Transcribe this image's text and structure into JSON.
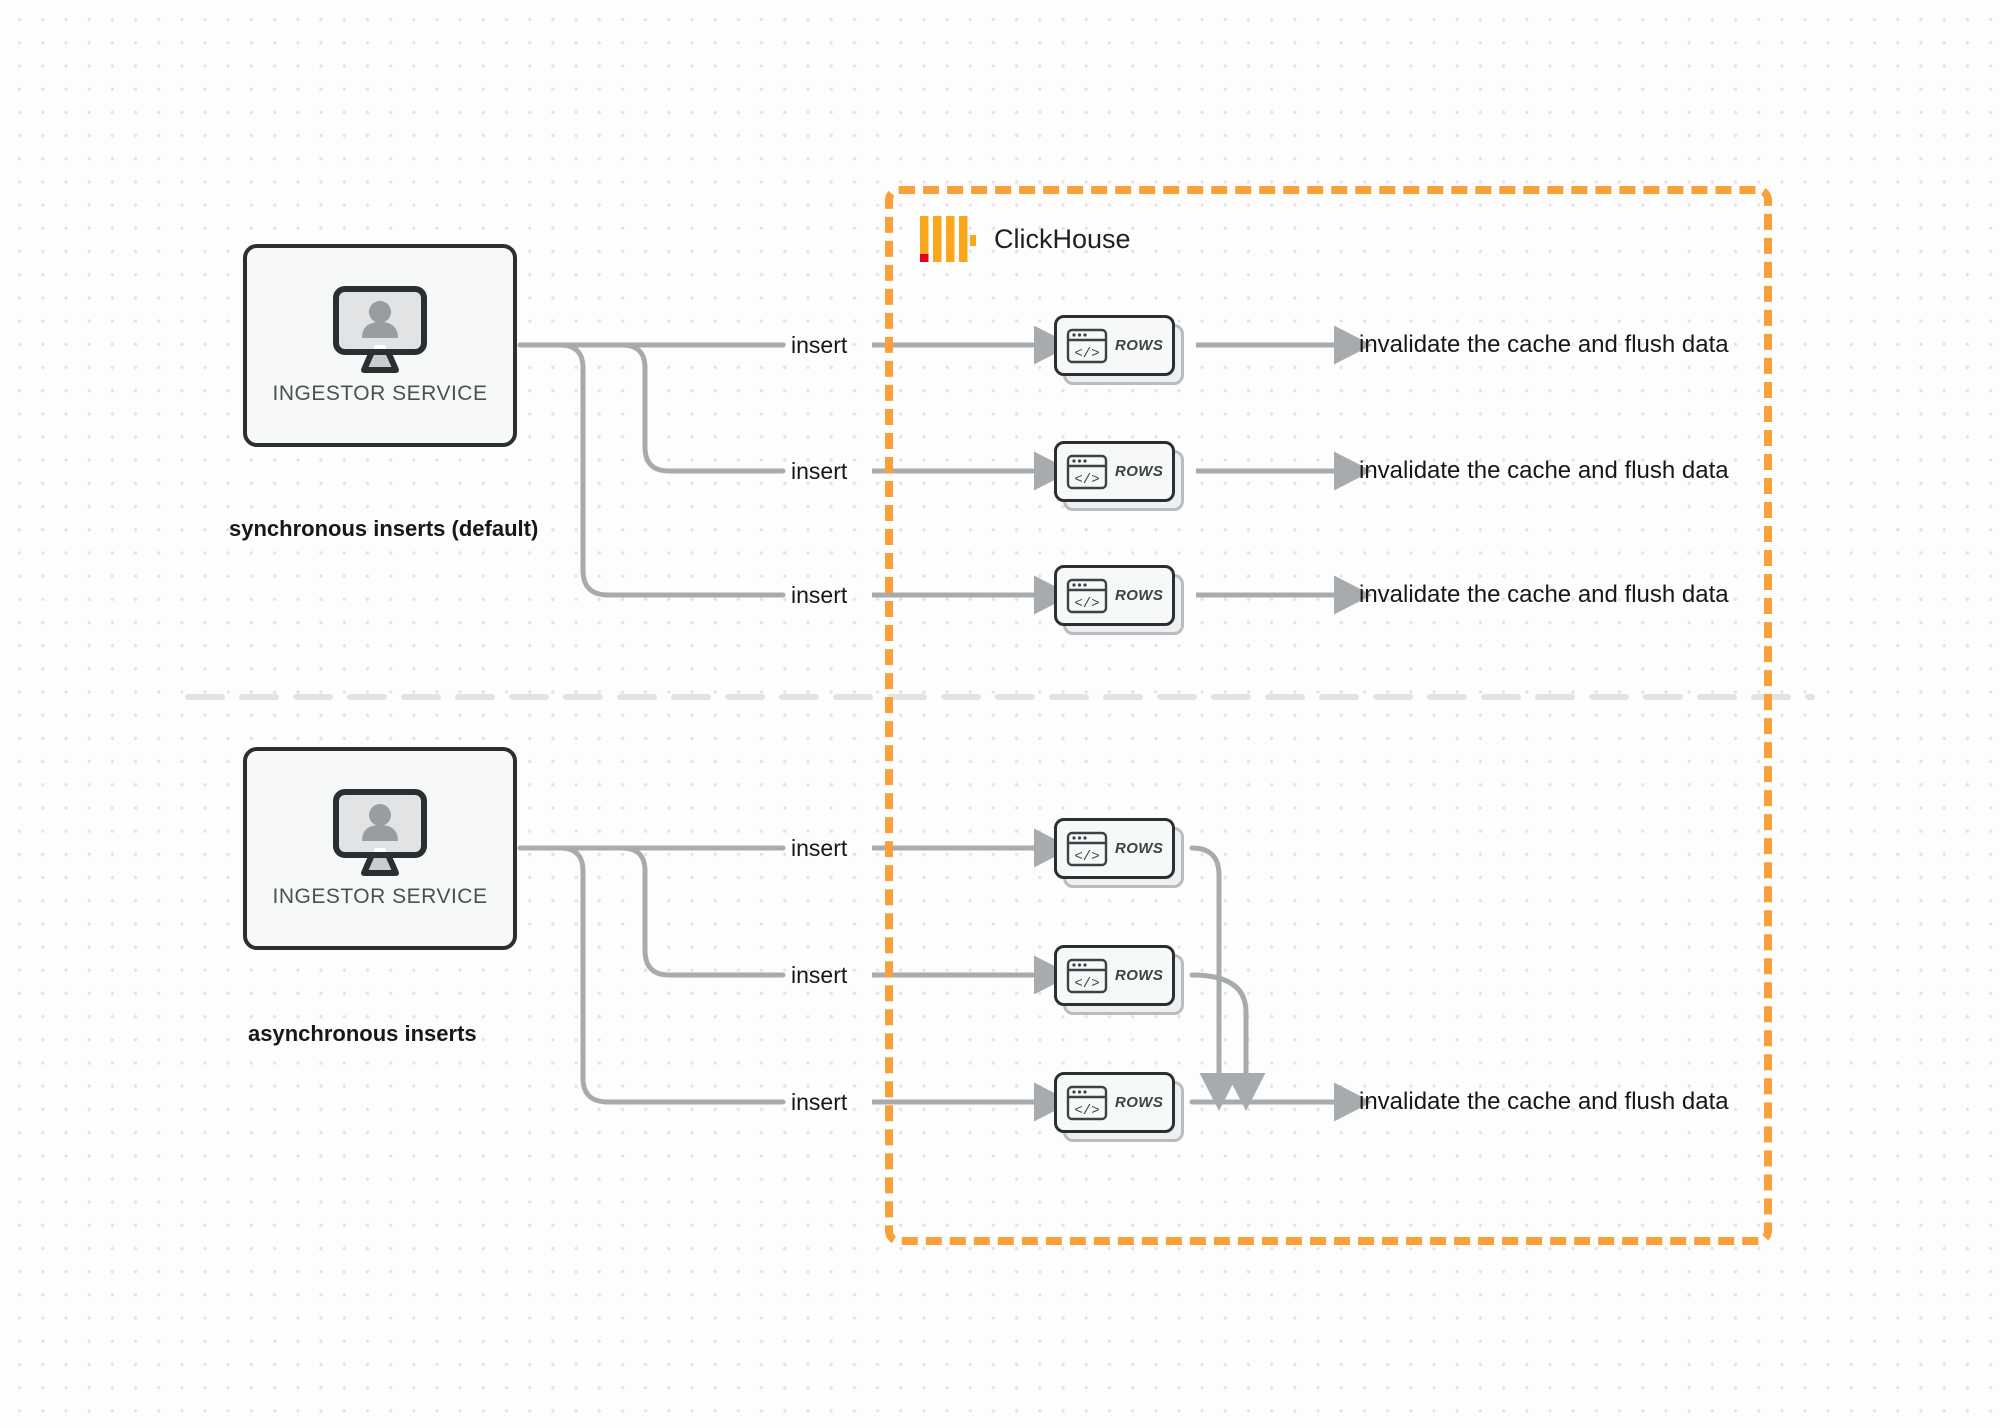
{
  "diagram": {
    "title": "ClickHouse synchronous vs asynchronous inserts",
    "colors": {
      "zone_border": "#f9a03a",
      "logo_yellow": "#faa71c",
      "logo_red": "#e8001c",
      "edge_gray": "#a8abad",
      "box_border": "#2b2f33",
      "box_fill": "#f7f8f8",
      "text": "#15181b",
      "divider": "#e3e3e3"
    }
  },
  "clickhouse": {
    "name": "ClickHouse",
    "logo_icon": "clickhouse-logo-icon"
  },
  "sections": [
    {
      "id": "synchronous",
      "caption": "synchronous inserts (default)",
      "service": {
        "label": "INGESTOR SERVICE",
        "icon": "monitor-user-icon"
      },
      "flows": [
        {
          "edge_label": "insert",
          "node_label": "ROWS",
          "node_icon": "code-window-icon",
          "result_label": "invalidate the cache and flush data"
        },
        {
          "edge_label": "insert",
          "node_label": "ROWS",
          "node_icon": "code-window-icon",
          "result_label": "invalidate the cache and flush data"
        },
        {
          "edge_label": "insert",
          "node_label": "ROWS",
          "node_icon": "code-window-icon",
          "result_label": "invalidate the cache and flush data"
        }
      ]
    },
    {
      "id": "asynchronous",
      "caption": "asynchronous inserts",
      "service": {
        "label": "INGESTOR SERVICE",
        "icon": "monitor-user-icon"
      },
      "flows": [
        {
          "edge_label": "insert",
          "node_label": "ROWS",
          "node_icon": "code-window-icon",
          "result_label": ""
        },
        {
          "edge_label": "insert",
          "node_label": "ROWS",
          "node_icon": "code-window-icon",
          "result_label": ""
        },
        {
          "edge_label": "insert",
          "node_label": "ROWS",
          "node_icon": "code-window-icon",
          "result_label": "invalidate the cache and flush data"
        }
      ],
      "merged_result_label": "invalidate the cache and flush data"
    }
  ]
}
